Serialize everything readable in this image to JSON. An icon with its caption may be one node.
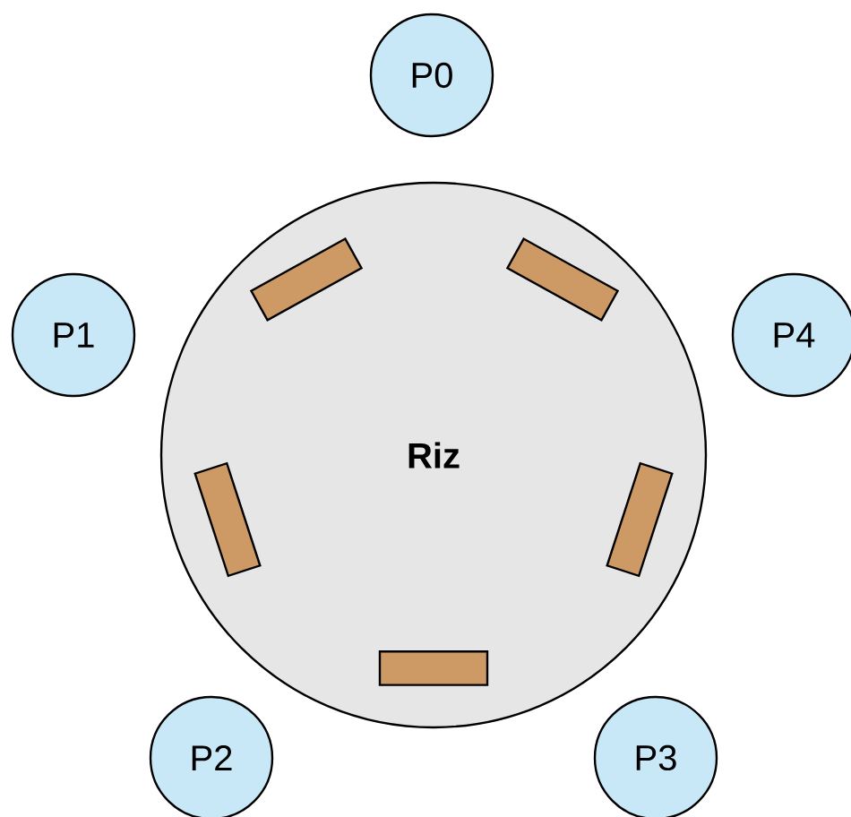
{
  "diagram": {
    "nodes": [
      {
        "text": [
          "P0"
        ]
      },
      {
        "text": [
          "P1"
        ]
      },
      {
        "text": [
          "P4"
        ]
      },
      {
        "text": [
          "Riz"
        ]
      },
      {
        "text": [],
        "shape": "bar",
        "in": 3
      },
      {
        "text": [],
        "shape": "bar",
        "in": 3
      },
      {
        "text": [],
        "shape": "bar",
        "in": 3
      },
      {
        "text": [],
        "shape": "bar",
        "in": 3
      },
      {
        "text": [],
        "shape": "bar",
        "in": 3
      },
      {
        "text": [
          "P2"
        ]
      },
      {
        "text": [
          "P3"
        ]
      }
    ]
  }
}
